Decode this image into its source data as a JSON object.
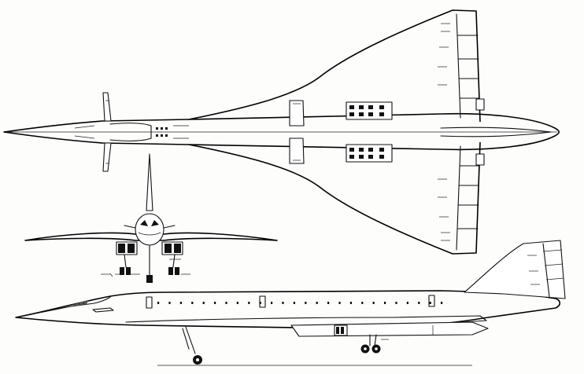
{
  "drawing": {
    "subject": "",
    "views": [
      {
        "key": "top",
        "label": ""
      },
      {
        "key": "front",
        "label": ""
      },
      {
        "key": "side",
        "label": ""
      }
    ],
    "colors": {
      "ink": "#111111",
      "paper": "#fdfdfc"
    },
    "side_view": {
      "window_count": 26,
      "door_count": 3
    },
    "top_view": {
      "elevon_segments_per_wing": 5
    }
  }
}
